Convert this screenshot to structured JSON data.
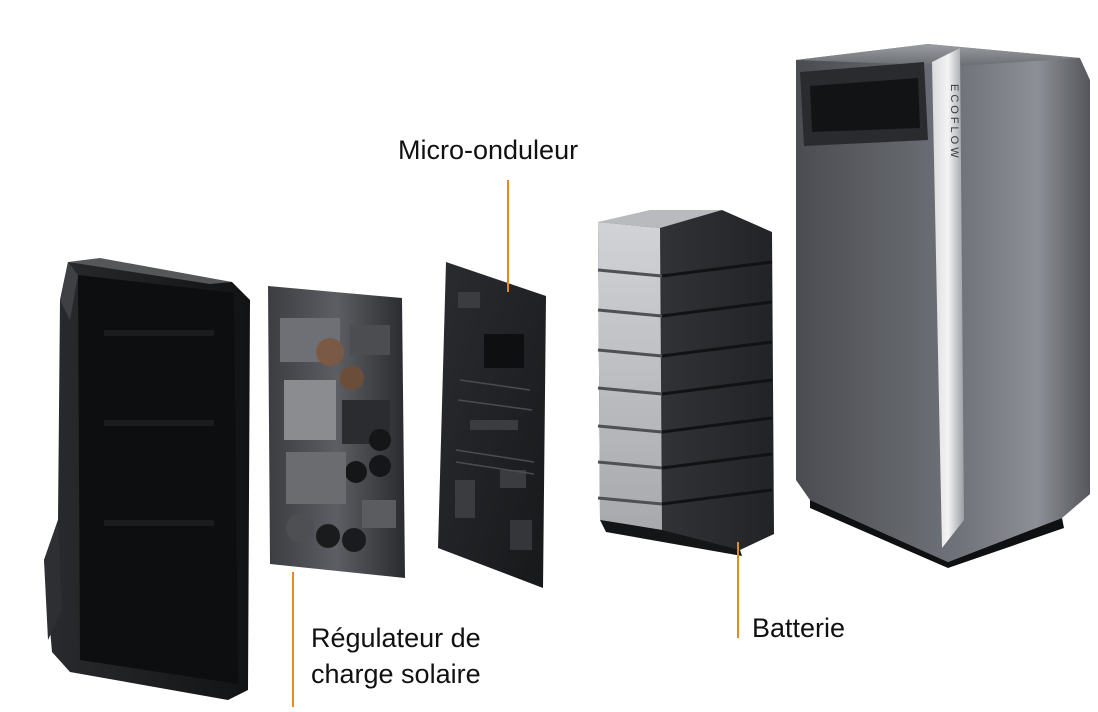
{
  "labels": {
    "micro_inverter": "Micro-onduleur",
    "charge_regulator_line1": "Régulateur de",
    "charge_regulator_line2": "charge solaire",
    "battery": "Batterie"
  },
  "logo": {
    "brand_text": "ECOFLOW"
  },
  "colors": {
    "leader_line": "#E8891E",
    "label_text": "#111111",
    "background": "#FFFFFF",
    "housing_dark": "#1C1D20",
    "housing_silver": "#6E7177",
    "pcb_dark": "#1E1F22",
    "cell_silver": "#B9BBBF"
  },
  "icons": {
    "enclosure": "device-enclosure-icon",
    "regulator": "charge-regulator-board-icon",
    "inverter": "micro-inverter-board-icon",
    "battery": "battery-pack-icon",
    "finished_unit": "finished-unit-icon"
  }
}
